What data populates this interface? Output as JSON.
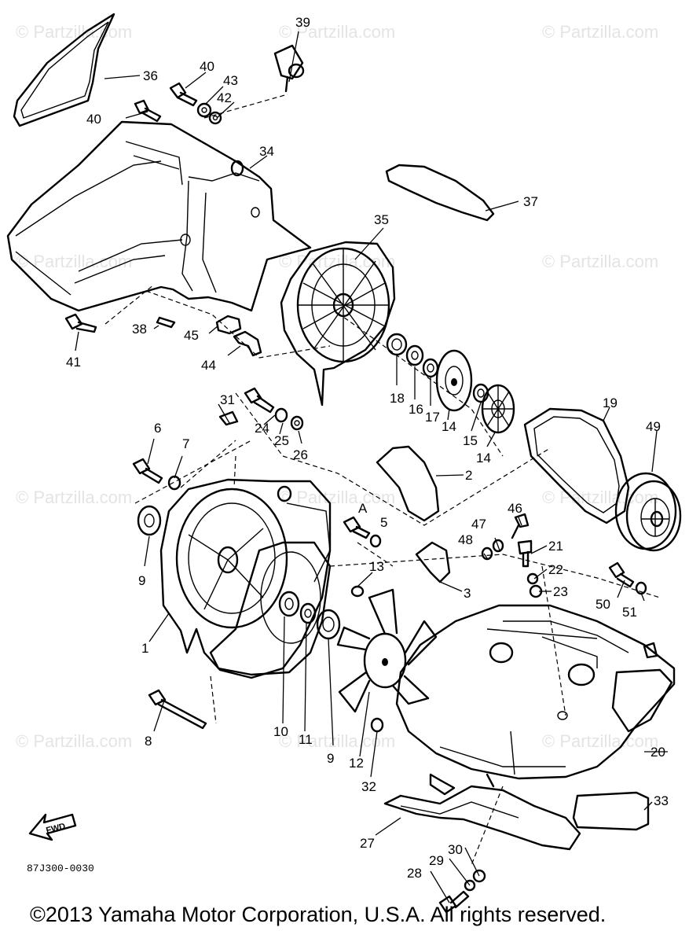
{
  "watermark": "© Partzilla.com",
  "diagram_ref": "87J300-0030",
  "fwd_label": "FWD",
  "copyright": "©2013 Yamaha Motor Corporation, U.S.A. All rights reserved.",
  "callouts": {
    "c1": "1",
    "c2": "2",
    "c3": "3",
    "c6": "6",
    "c7": "7",
    "c8": "8",
    "c9a": "9",
    "c9b": "9",
    "c10": "10",
    "c11": "11",
    "c12": "12",
    "c13": "13",
    "c14a": "14",
    "c14b": "14",
    "c15": "15",
    "c16": "16",
    "c17": "17",
    "c18": "18",
    "c19": "19",
    "c20": "20",
    "c21": "21",
    "c22": "22",
    "c23": "23",
    "c24": "24",
    "c25": "25",
    "c26": "26",
    "c27": "27",
    "c28": "28",
    "c29": "29",
    "c30": "30",
    "c31": "31",
    "c32": "32",
    "c33": "33",
    "c34": "34",
    "c35": "35",
    "c36": "36",
    "c37": "37",
    "c38": "38",
    "c39": "39",
    "c40a": "40",
    "c40b": "40",
    "c41": "41",
    "c42": "42",
    "c43": "43",
    "c44": "44",
    "c45": "45",
    "c46": "46",
    "c47": "47",
    "c48": "48",
    "c49": "49",
    "c50": "50",
    "c51": "51",
    "cA": "A",
    "cB": "5"
  }
}
